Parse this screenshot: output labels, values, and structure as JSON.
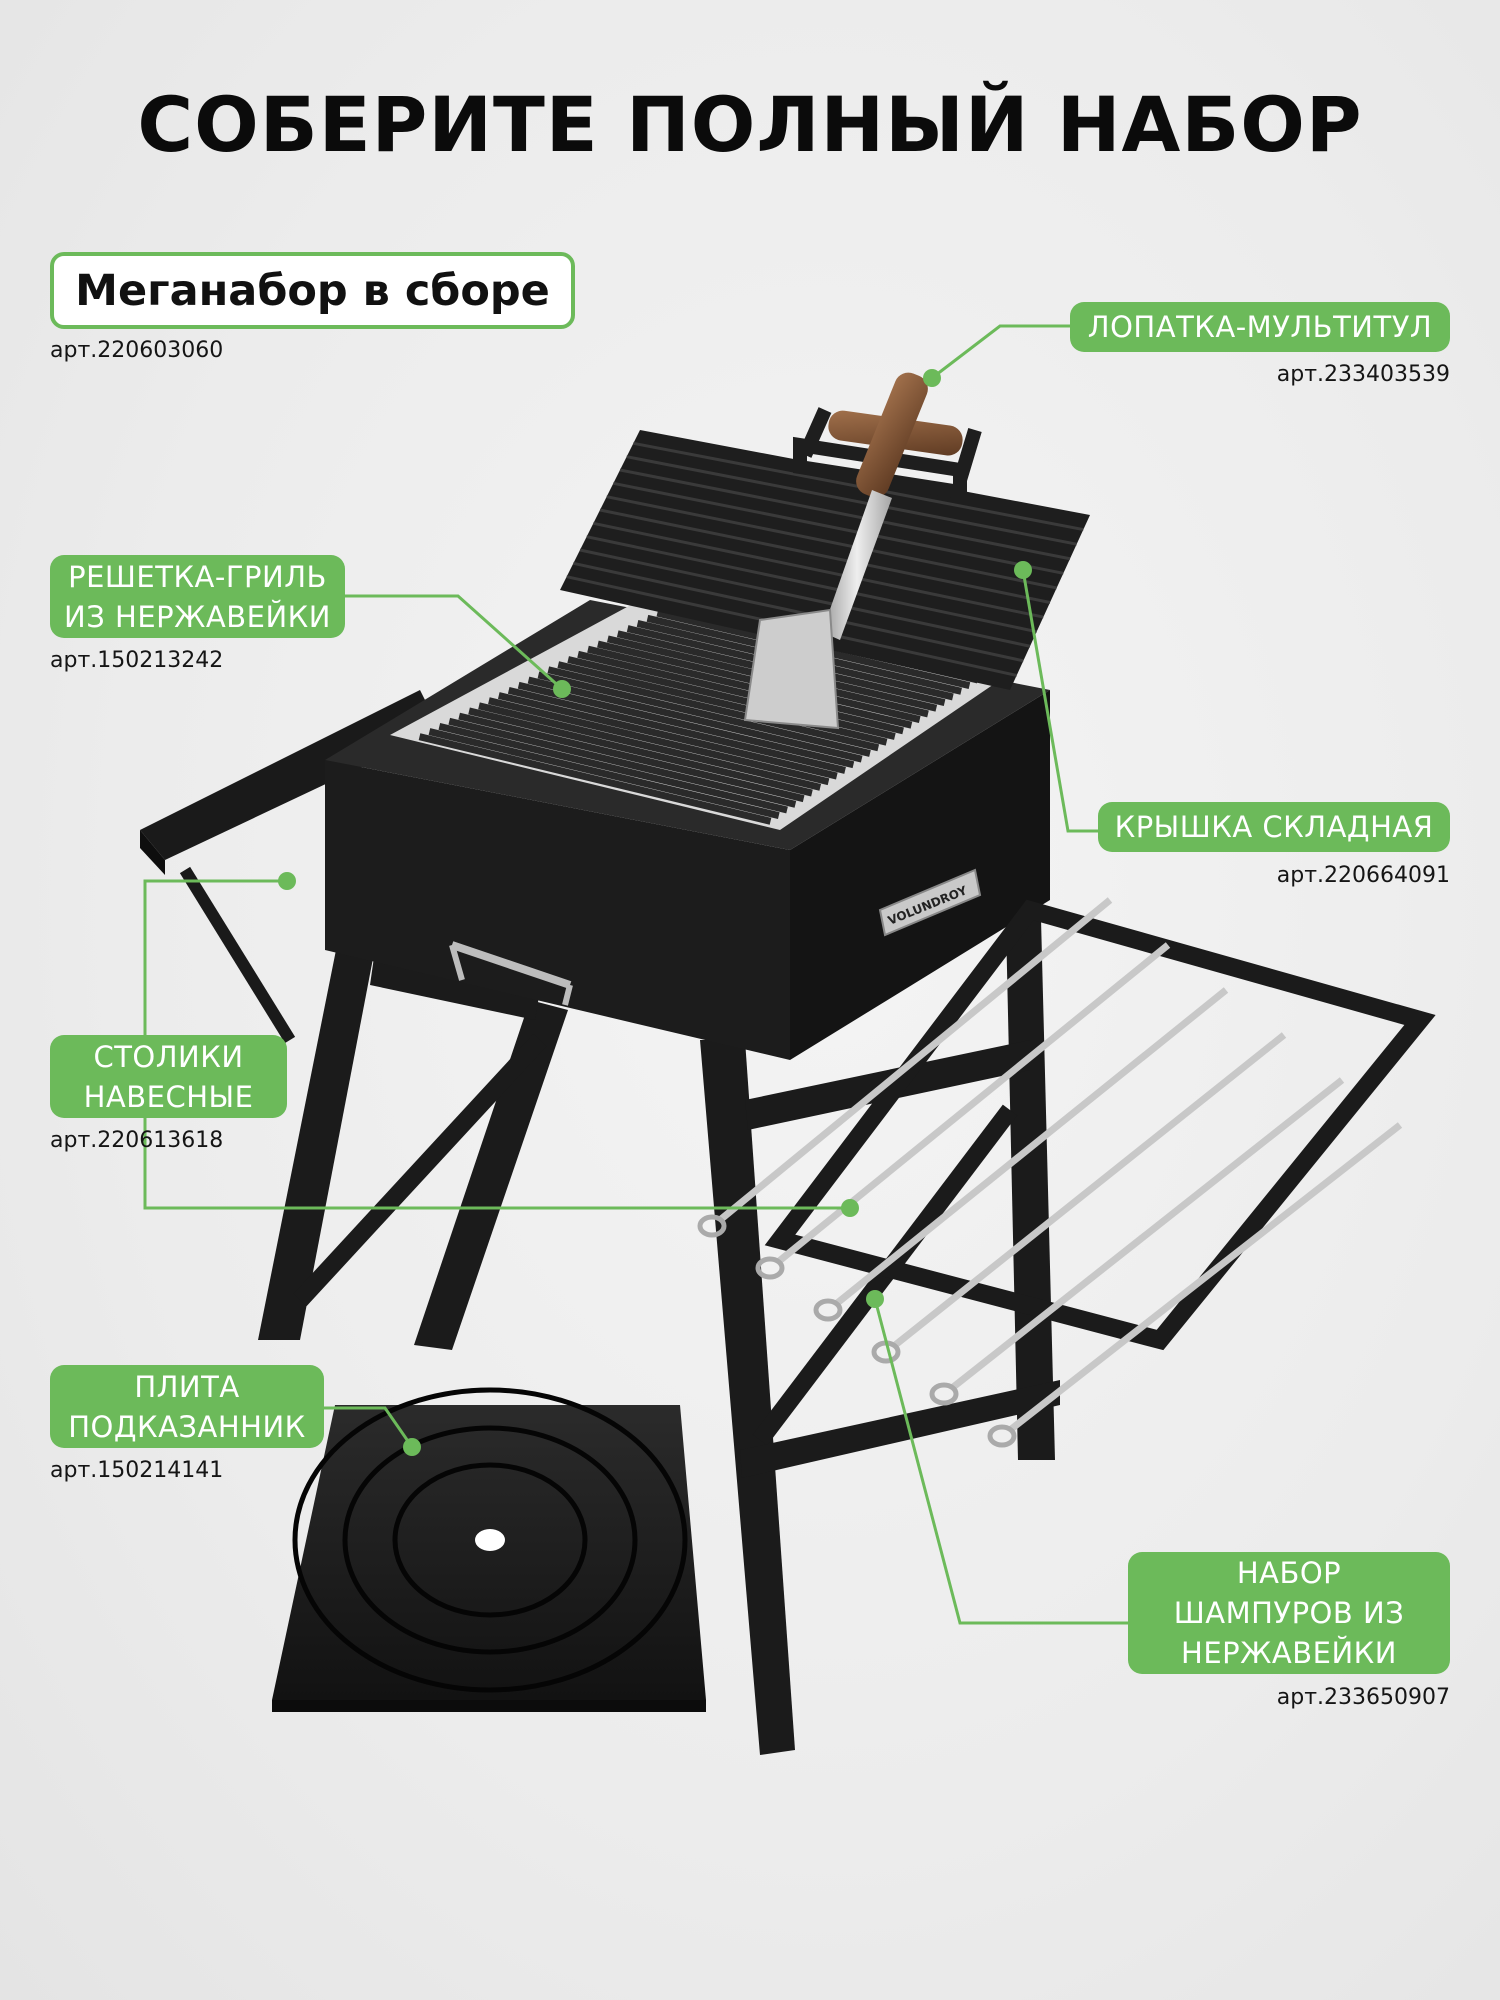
{
  "title": "СОБЕРИТЕ ПОЛНЫЙ НАБОР",
  "set": {
    "label": "Меганабор в сборе",
    "art": "арт.220603060"
  },
  "callouts": {
    "spatula": {
      "lines": [
        "ЛОПАТКА-МУЛЬТИТУЛ"
      ],
      "art": "арт.233403539"
    },
    "grill": {
      "lines": [
        "РЕШЕТКА-ГРИЛЬ",
        "ИЗ НЕРЖАВЕЙКИ"
      ],
      "art": "арт.150213242"
    },
    "lid": {
      "lines": [
        "КРЫШКА СКЛАДНАЯ"
      ],
      "art": "арт.220664091"
    },
    "tables": {
      "lines": [
        "СТОЛИКИ",
        "НАВЕСНЫЕ"
      ],
      "art": "арт.220613618"
    },
    "plate": {
      "lines": [
        "ПЛИТА",
        "ПОДКАЗАННИК"
      ],
      "art": "арт.150214141"
    },
    "skewers": {
      "lines": [
        "НАБОР",
        "ШАМПУРОВ ИЗ",
        "НЕРЖАВЕЙКИ"
      ],
      "art": "арт.233650907"
    }
  },
  "product": {
    "brand_plate": "VOLUNDROY"
  },
  "colors": {
    "accent": "#6cba5a",
    "metal": "#1d1d1d",
    "steel": "#cfcfcf"
  }
}
